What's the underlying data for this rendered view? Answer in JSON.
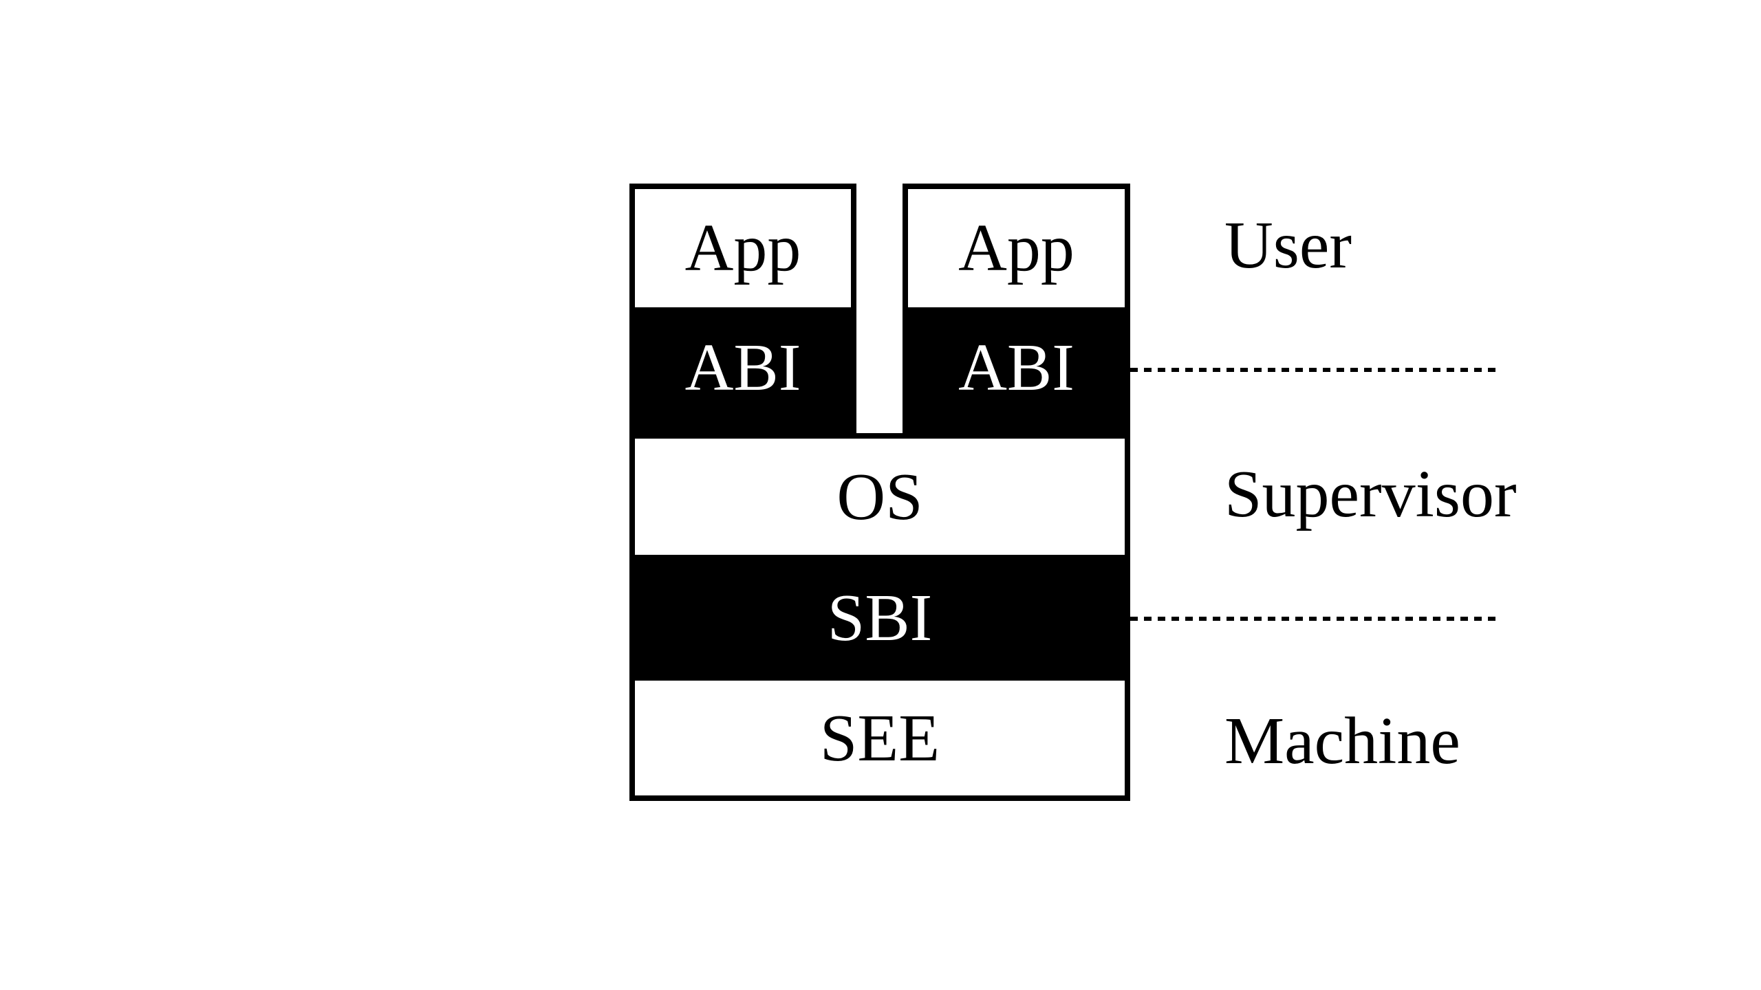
{
  "diagram": {
    "stack": {
      "columns": [
        {
          "app_label": "App",
          "abi_label": "ABI"
        },
        {
          "app_label": "App",
          "abi_label": "ABI"
        }
      ],
      "os_label": "OS",
      "sbi_label": "SBI",
      "see_label": "SEE"
    },
    "privilege_labels": {
      "user": "User",
      "supervisor": "Supervisor",
      "machine": "Machine"
    },
    "colors": {
      "ink": "#000000",
      "paper": "#ffffff"
    }
  }
}
